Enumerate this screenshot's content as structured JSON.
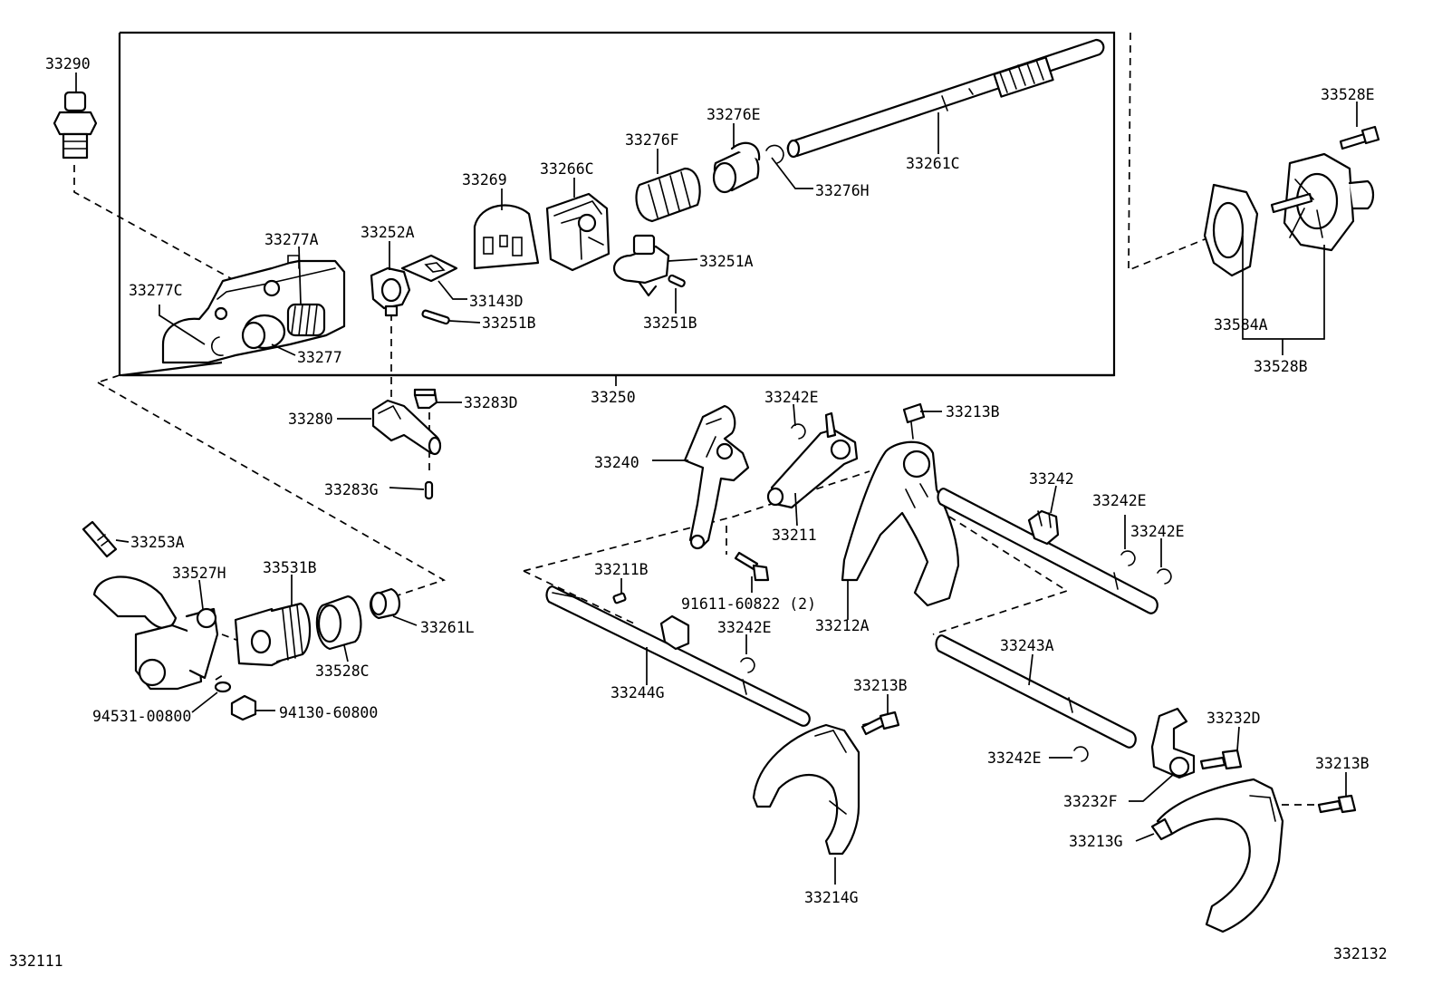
{
  "labels": {
    "l33290": "33290",
    "l33277A": "33277A",
    "l33277C": "33277C",
    "l33277": "33277",
    "l33252A": "33252A",
    "l33143D": "33143D",
    "l33251B": "33251B",
    "l33269": "33269",
    "l33266C": "33266C",
    "l33276F": "33276F",
    "l33276E": "33276E",
    "l33276H": "33276H",
    "l33261C": "33261C",
    "l33251A": "33251A",
    "l33251B_2": "33251B",
    "l33250": "33250",
    "l33528E": "33528E",
    "l33584A": "33584A",
    "l33528B": "33528B",
    "l33280": "33280",
    "l33283D": "33283D",
    "l33283G": "33283G",
    "l33253A": "33253A",
    "l33527H": "33527H",
    "l33531B": "33531B",
    "l33528C": "33528C",
    "l33261L": "33261L",
    "l94531": "94531-00800",
    "l94130": "94130-60800",
    "l33240": "33240",
    "l33242E_a": "33242E",
    "l33211": "33211",
    "l33213B_a": "33213B",
    "l33211B": "33211B",
    "l91611": "91611-60822 (2)",
    "l33242E_b": "33242E",
    "l33244G": "33244G",
    "l33212A": "33212A",
    "l33242": "33242",
    "l33242E_c": "33242E",
    "l33242E_d": "33242E",
    "l33243A": "33243A",
    "l33213B_b": "33213B",
    "l33214G": "33214G",
    "l33242E_e": "33242E",
    "l33232D": "33232D",
    "l33232F": "33232F",
    "l33213B_c": "33213B",
    "l33213G": "33213G",
    "l332111": "332111",
    "l332132": "332132"
  }
}
